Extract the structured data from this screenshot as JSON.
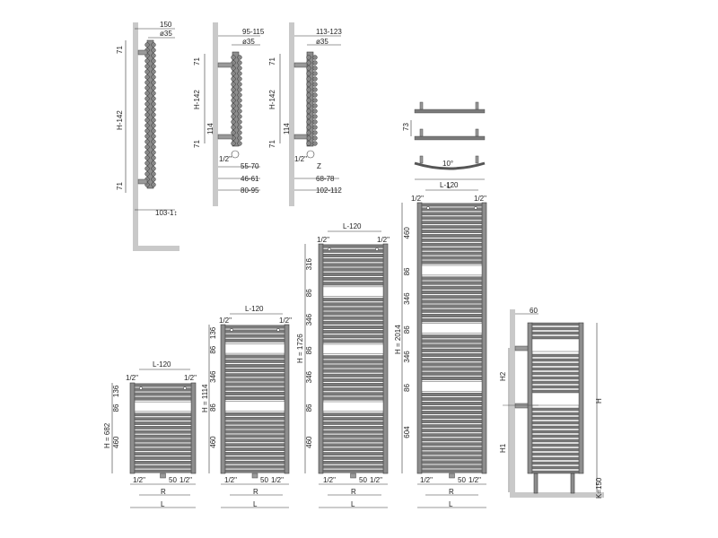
{
  "side_views": {
    "view1": {
      "top_width": "150",
      "diameter": "ø35",
      "spacing_top": "71",
      "height": "H-142",
      "spacing_bottom": "71",
      "projection": "103-1↕"
    },
    "view2": {
      "top_width": "95-115",
      "diameter": "ø35",
      "spacing_top": "71",
      "height": "H-142",
      "mid": "114",
      "spacing_bottom": "71",
      "valve": "1/2\"",
      "dim1": "55-70",
      "dim2": "46-61",
      "dim3": "80-95"
    },
    "view3": {
      "top_width": "113-123",
      "diameter": "ø35",
      "spacing_top": "71",
      "height": "H-142",
      "mid": "114",
      "spacing_bottom": "71",
      "valve": "1/2\"",
      "z": "Z",
      "dim2": "68-78",
      "dim3": "102-112"
    }
  },
  "top_views": {
    "offset": "73",
    "angle": "10°",
    "width": "L"
  },
  "fronts": [
    {
      "valve_left": "1/2\"",
      "valve_right": "1/2\"",
      "top_width": "L-120",
      "height": "H = 682",
      "segments": [
        "136",
        "86",
        "460"
      ],
      "bottom_left": "1/2\"",
      "bottom_mid": "50",
      "bottom_right": "1/2\"",
      "r": "R",
      "l": "L"
    },
    {
      "valve_left": "1/2\"",
      "valve_right": "1/2\"",
      "top_width": "L-120",
      "height": "H = 1114",
      "segments": [
        "136",
        "86",
        "346",
        "86",
        "460"
      ],
      "bottom_left": "1/2\"",
      "bottom_mid": "50",
      "bottom_right": "1/2\"",
      "r": "R",
      "l": "L"
    },
    {
      "valve_left": "1/2\"",
      "valve_right": "1/2\"",
      "top_width": "L-120",
      "height": "H = 1726",
      "segments": [
        "316",
        "86",
        "346",
        "86",
        "346",
        "86",
        "460"
      ],
      "bottom_left": "1/2\"",
      "bottom_mid": "50",
      "bottom_right": "1/2\"",
      "r": "R",
      "l": "L"
    },
    {
      "valve_left": "1/2\"",
      "valve_right": "1/2\"",
      "top_width": "L-120",
      "height": "H = 2014",
      "segments": [
        "460",
        "86",
        "346",
        "86",
        "346",
        "86",
        "604"
      ],
      "bottom_left": "1/2\"",
      "bottom_mid": "50",
      "bottom_right": "1/2\"",
      "r": "R",
      "l": "L"
    }
  ],
  "floor_view": {
    "depth": "60",
    "h2": "H2",
    "h1": "H1",
    "h": "H",
    "k": "K=150"
  }
}
